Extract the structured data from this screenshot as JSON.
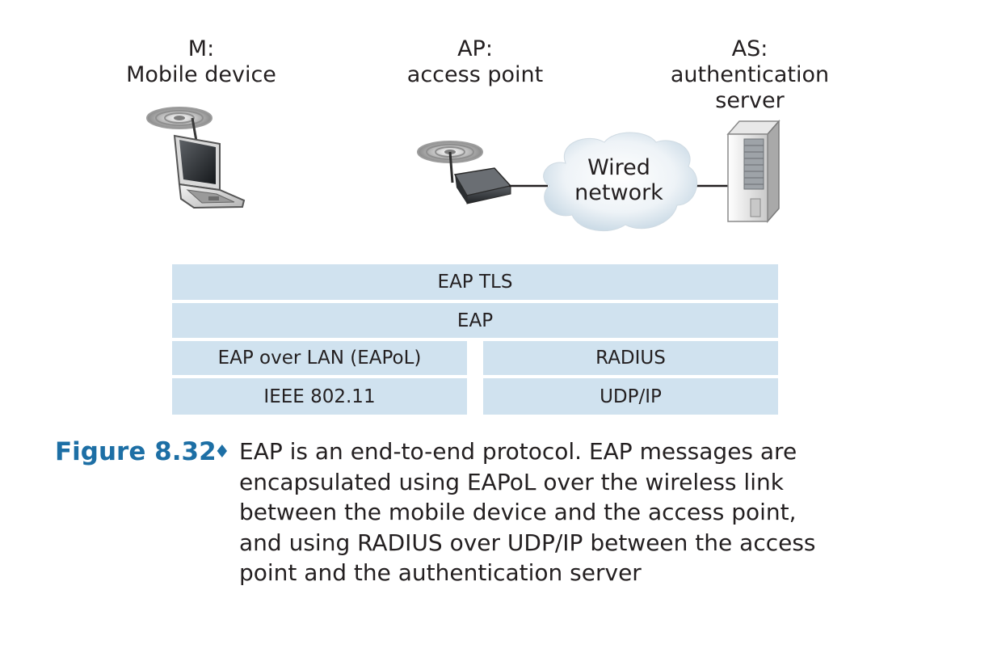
{
  "nodes": {
    "mobile": {
      "abbr": "M:",
      "name": "Mobile device"
    },
    "ap": {
      "abbr": "AP:",
      "name": "access point"
    },
    "as": {
      "abbr": "AS:",
      "name_line1": "authentication",
      "name_line2": "server"
    }
  },
  "cloud": {
    "line1": "Wired",
    "line2": "network"
  },
  "layers": {
    "eap_tls": "EAP TLS",
    "eap": "EAP",
    "eapol": "EAP over LAN (EAPoL)",
    "radius": "RADIUS",
    "ieee": "IEEE 802.11",
    "udp_ip": "UDP/IP"
  },
  "caption": {
    "label": "Figure 8.32",
    "bullet": "♦",
    "lines": [
      "EAP is an end-to-end protocol. EAP messages are",
      "encapsulated using EAPoL over the wireless link",
      "between the mobile device and the access point,",
      "and using RADIUS over UDP/IP between the access",
      "point and the authentication server"
    ]
  },
  "colors": {
    "layer_fill": "#d0e2ef",
    "caption_accent": "#1d6fa5",
    "text": "#231f20"
  },
  "icons": [
    "laptop-icon",
    "wireless-signal-icon",
    "access-point-icon",
    "cloud-icon",
    "server-icon"
  ]
}
